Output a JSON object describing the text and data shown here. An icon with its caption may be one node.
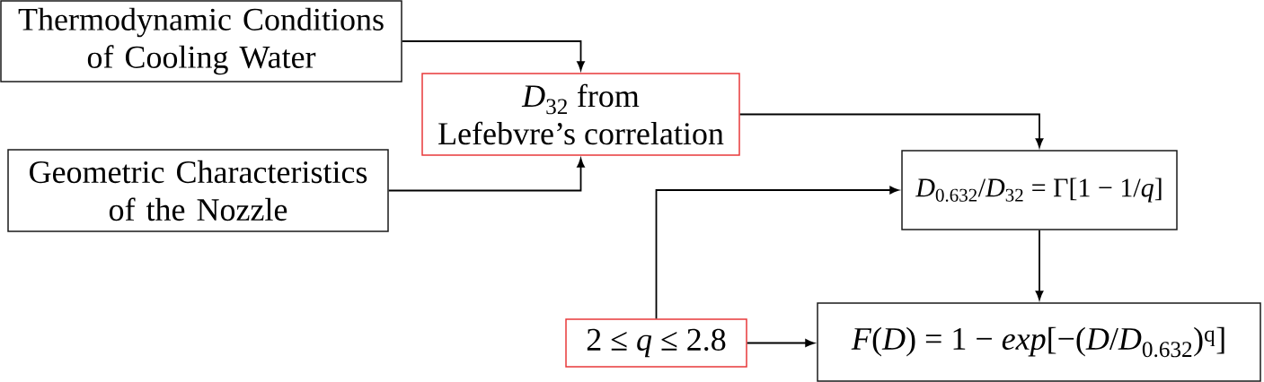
{
  "diagram": {
    "nodes": [
      {
        "text": [
          "Thermodynamic Conditions of Cooling Water"
        ]
      },
      {
        "text": [
          "*D*$_{32}$ from Lefebvre’s correlation"
        ]
      },
      {
        "text": [
          "Geometric Characteristics of the Nozzle"
        ]
      },
      {
        "text": [
          "*D*$_{0.632}$/*D*$_{32}$ = Γ[1 − 1/*q*]"
        ]
      },
      {
        "text": [
          "2 ≤ *q* ≤ 2.8"
        ]
      },
      {
        "text": [
          "*F*(*D*) = 1 − *exp*[−(*D*/*D*$_{0.632}$)$^{q}$]"
        ]
      }
    ],
    "edges": [
      {
        "from": 0,
        "to": 1,
        "arrow": "to"
      },
      {
        "from": 2,
        "to": 1,
        "arrow": "to"
      },
      {
        "from": 1,
        "to": 3,
        "arrow": "to"
      },
      {
        "from": 4,
        "to": 3,
        "arrow": "to"
      },
      {
        "from": 3,
        "to": 5,
        "arrow": "to"
      },
      {
        "from": 4,
        "to": 5,
        "arrow": "to"
      }
    ]
  }
}
